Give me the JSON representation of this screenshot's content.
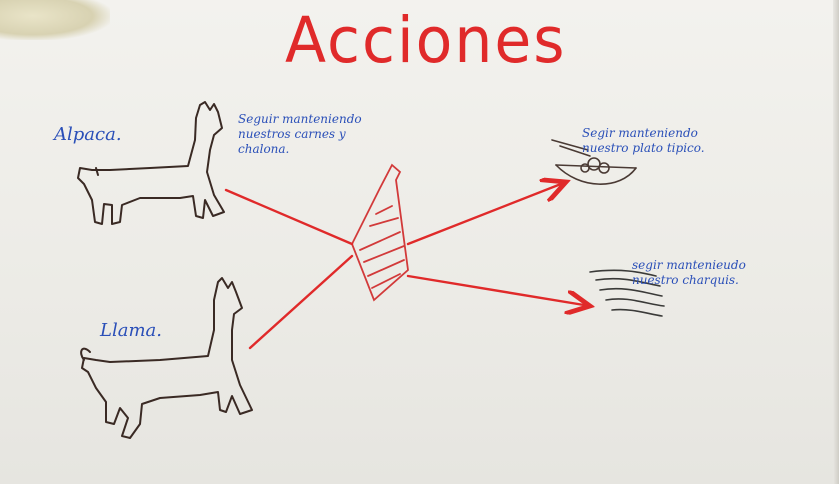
{
  "title": "Acciones",
  "nodes": {
    "alpaca": {
      "label": "Alpaca.",
      "note_lines": [
        "Seguir manteniendo",
        "nuestros carnes y",
        "chalona."
      ]
    },
    "llama": {
      "label": "Llama."
    },
    "dish": {
      "note_lines": [
        "Segir manteniendo",
        "nuestro plato tipico."
      ]
    },
    "charqui": {
      "note_lines": [
        "segir mantenieudo",
        "nuestro charquis."
      ]
    }
  },
  "colors": {
    "title": "#e02a2a",
    "arrows": "#e02a2a",
    "labels": "#2a4fb8",
    "sketch": "#3a2a24"
  }
}
